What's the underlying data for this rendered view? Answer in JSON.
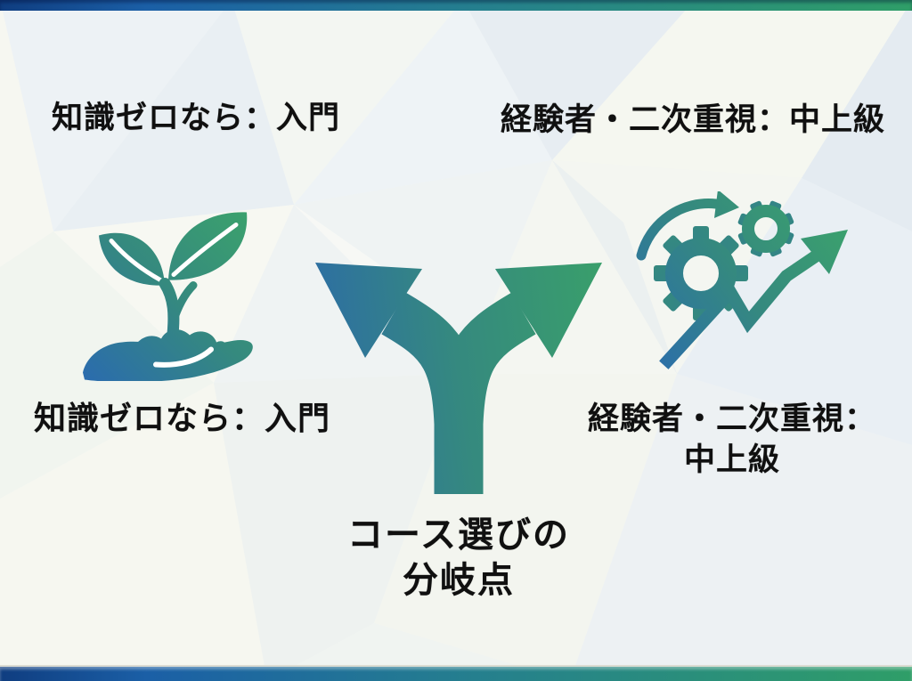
{
  "slide": {
    "labels": {
      "top_left": "知識ゼロなら：入門",
      "top_right": "経験者・二次重視：中上級",
      "left": "知識ゼロなら：入門",
      "right_line1": "経験者・二次重視：",
      "right_line2": "中上級",
      "title_line1": "コース選びの",
      "title_line2": "分岐点"
    },
    "icons": {
      "left": "seedling-in-hand-icon",
      "right": "gears-growth-arrow-icon",
      "center": "fork-branch-arrow-icon"
    },
    "colors": {
      "accent_blue": "#2b66ae",
      "accent_teal": "#35897f",
      "accent_green": "#3aa268",
      "edge_bar_blue": "#0f3d80",
      "edge_bar_green": "#2f9e68",
      "text": "#101010",
      "background": "#f2f5f3"
    }
  }
}
